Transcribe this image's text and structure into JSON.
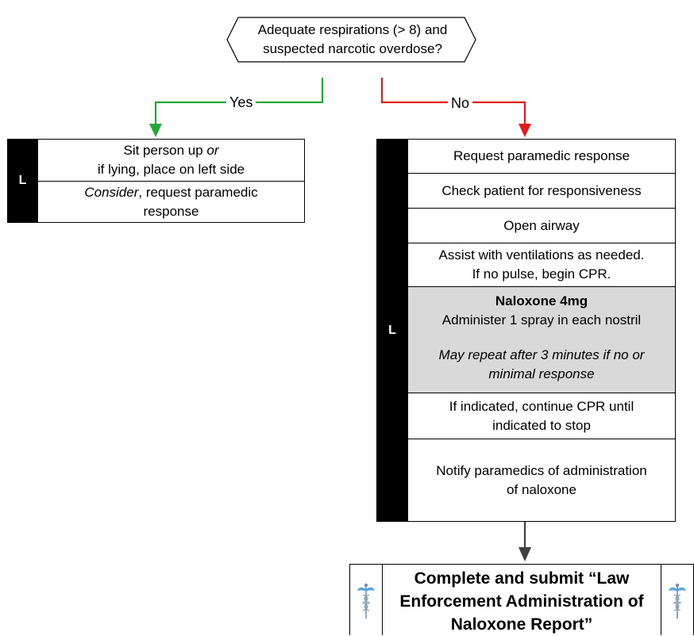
{
  "colors": {
    "yes": "#22a838",
    "no": "#e01b1b",
    "down": "#404040",
    "shade": "#d9d9d9"
  },
  "decision": {
    "line1": "Adequate respirations (> 8) and",
    "line2": "suspected narcotic overdose?"
  },
  "branches": {
    "yes": "Yes",
    "no": "No"
  },
  "left_box": {
    "badge": "L",
    "step1_line1_a": "Sit person up ",
    "step1_line1_b": "or",
    "step1_line2": "if lying, place on left side",
    "step2_italic": "Consider",
    "step2_rest": ", request paramedic",
    "step2_line2": "response"
  },
  "right_box": {
    "badge": "L",
    "steps": [
      "Request paramedic response",
      "Check patient for responsiveness",
      "Open airway"
    ],
    "ventilation_line1": "Assist with ventilations as needed.",
    "ventilation_line2": "If no pulse, begin CPR.",
    "naloxone_title": "Naloxone 4mg",
    "naloxone_line": "Administer 1 spray in each nostril",
    "naloxone_repeat_line1": "May repeat after 3 minutes if no or",
    "naloxone_repeat_line2": "minimal response",
    "cpr_line1": "If indicated, continue CPR until",
    "cpr_line2": "indicated to stop",
    "notify_line1": "Notify paramedics of administration",
    "notify_line2": "of naloxone"
  },
  "report": {
    "line1": "Complete and submit “Law",
    "line2": "Enforcement Administration of",
    "line3": "Naloxone Report”",
    "icon": "caduceus-icon"
  }
}
